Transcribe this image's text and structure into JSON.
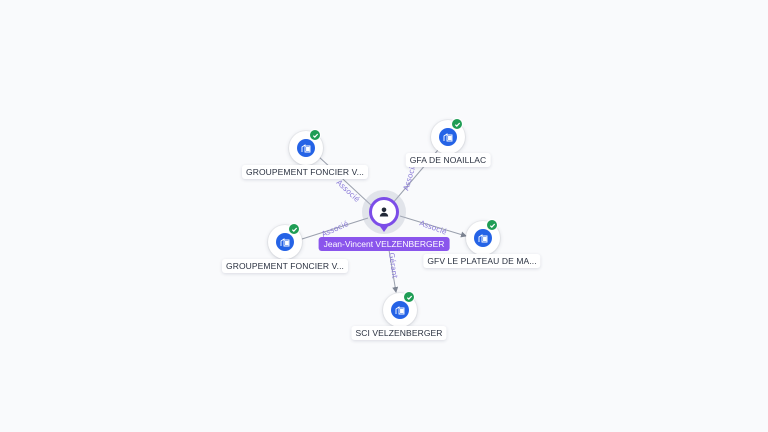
{
  "center": {
    "name": "Jean-Vincent VELZENBERGER",
    "icon": "person-icon",
    "color": "#7c4de8"
  },
  "companies": [
    {
      "name": "GROUPEMENT FONCIER V...",
      "icon": "building-icon",
      "verified": true,
      "relation": "Associé"
    },
    {
      "name": "GFA DE NOAILLAC",
      "icon": "building-icon",
      "verified": true,
      "relation": "Associé"
    },
    {
      "name": "GROUPEMENT FONCIER V...",
      "icon": "building-icon",
      "verified": true,
      "relation": "Associé"
    },
    {
      "name": "GFV LE PLATEAU DE MA...",
      "icon": "building-icon",
      "verified": true,
      "relation": "Associé"
    },
    {
      "name": "SCI VELZENBERGER",
      "icon": "building-icon",
      "verified": true,
      "relation": "Gérant"
    }
  ],
  "colors": {
    "company_icon": "#2563e6",
    "verified_badge": "#1f9d55",
    "edge": "#9aa0ad",
    "edge_label": "#8a7ad8"
  }
}
